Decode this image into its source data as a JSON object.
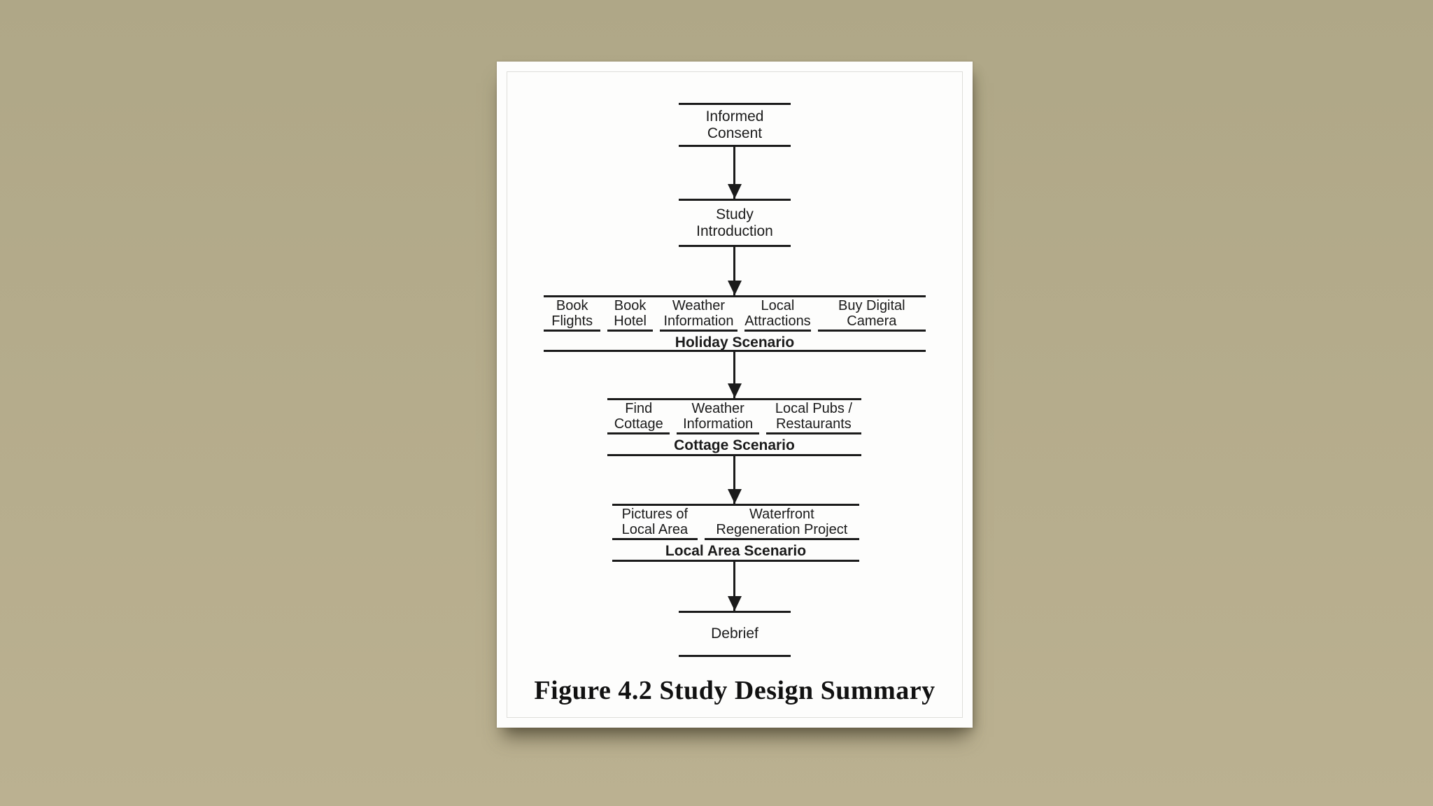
{
  "colors": {
    "background_top": "#afa787",
    "background_bottom": "#bbb191",
    "paper": "#fdfdfc",
    "ink": "#1b1b1b"
  },
  "figure": {
    "nodes": [
      {
        "id": "informed-consent",
        "lines": [
          "Informed",
          "Consent"
        ]
      },
      {
        "id": "study-introduction",
        "lines": [
          "Study",
          "Introduction"
        ]
      }
    ],
    "scenarios": [
      {
        "title": "Holiday Scenario",
        "items": [
          {
            "lines": [
              "Book",
              "Flights"
            ]
          },
          {
            "lines": [
              "Book",
              "Hotel"
            ]
          },
          {
            "lines": [
              "Weather",
              "Information"
            ]
          },
          {
            "lines": [
              "Local",
              "Attractions"
            ]
          },
          {
            "lines": [
              "Buy Digital",
              "Camera"
            ]
          }
        ]
      },
      {
        "title": "Cottage Scenario",
        "items": [
          {
            "lines": [
              "Find",
              "Cottage"
            ]
          },
          {
            "lines": [
              "Weather",
              "Information"
            ]
          },
          {
            "lines": [
              "Local Pubs /",
              "Restaurants"
            ]
          }
        ]
      },
      {
        "title": "Local Area Scenario",
        "items": [
          {
            "lines": [
              "Pictures of",
              "Local Area"
            ]
          },
          {
            "lines": [
              "Waterfront",
              "Regeneration Project"
            ]
          }
        ]
      }
    ],
    "end_node": {
      "id": "debrief",
      "lines": [
        "Debrief"
      ]
    },
    "caption": "Figure 4.2 Study Design Summary"
  }
}
